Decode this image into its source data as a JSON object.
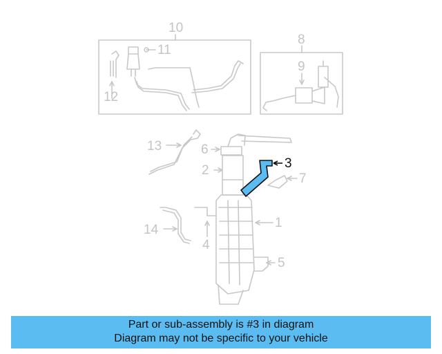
{
  "diagram": {
    "highlight_color": "#5bbcf2",
    "line_color": "#c4c4c4",
    "callouts": {
      "c1": "1",
      "c2": "2",
      "c3": "3",
      "c4": "4",
      "c5": "5",
      "c6": "6",
      "c7": "7",
      "c8": "8",
      "c9": "9",
      "c10": "10",
      "c11": "11",
      "c12": "12",
      "c13": "13",
      "c14": "14"
    },
    "highlighted_part": "3"
  },
  "caption": {
    "line1": "Part or sub-assembly is #3 in diagram",
    "line2": "Diagram may not be specific to your vehicle",
    "background": "#5bbcf2"
  }
}
